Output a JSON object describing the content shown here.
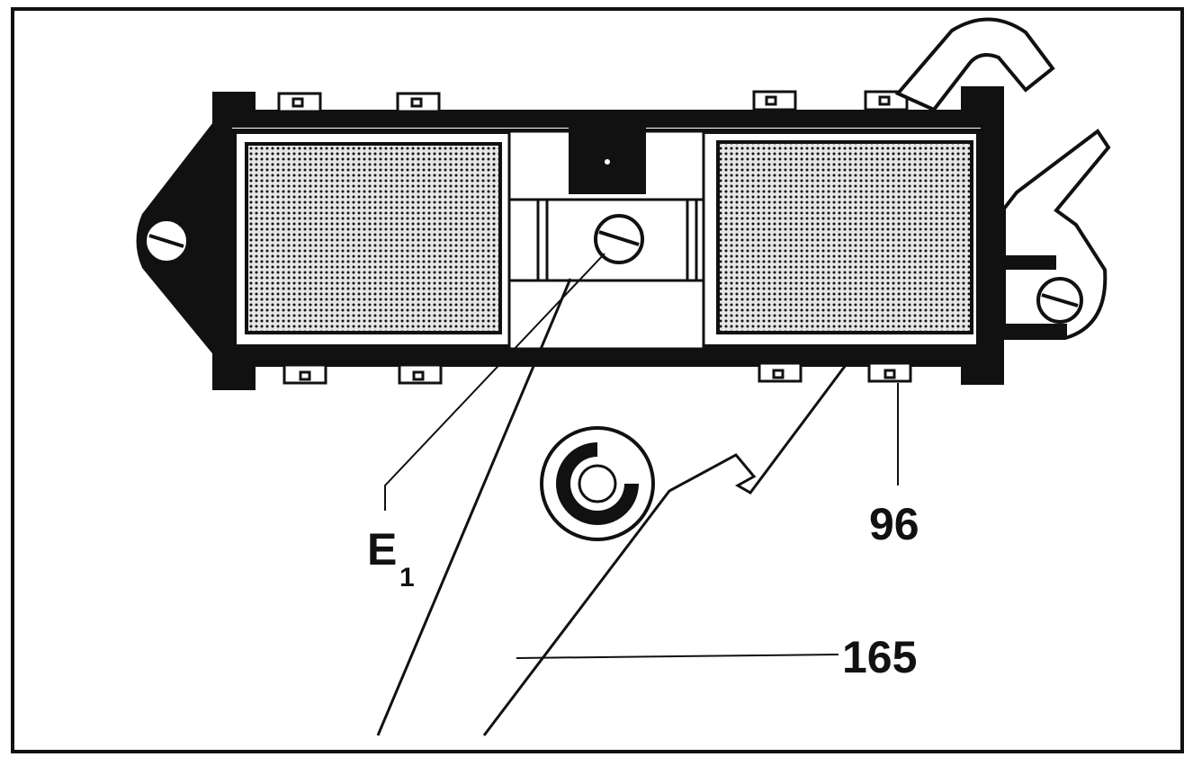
{
  "colors": {
    "ink": "#111111",
    "paper": "#ffffff",
    "coil_fill": "#9a9a9a"
  },
  "labels": {
    "e1_main": "E",
    "e1_sub": "1",
    "part_96": "96",
    "part_165": "165"
  }
}
